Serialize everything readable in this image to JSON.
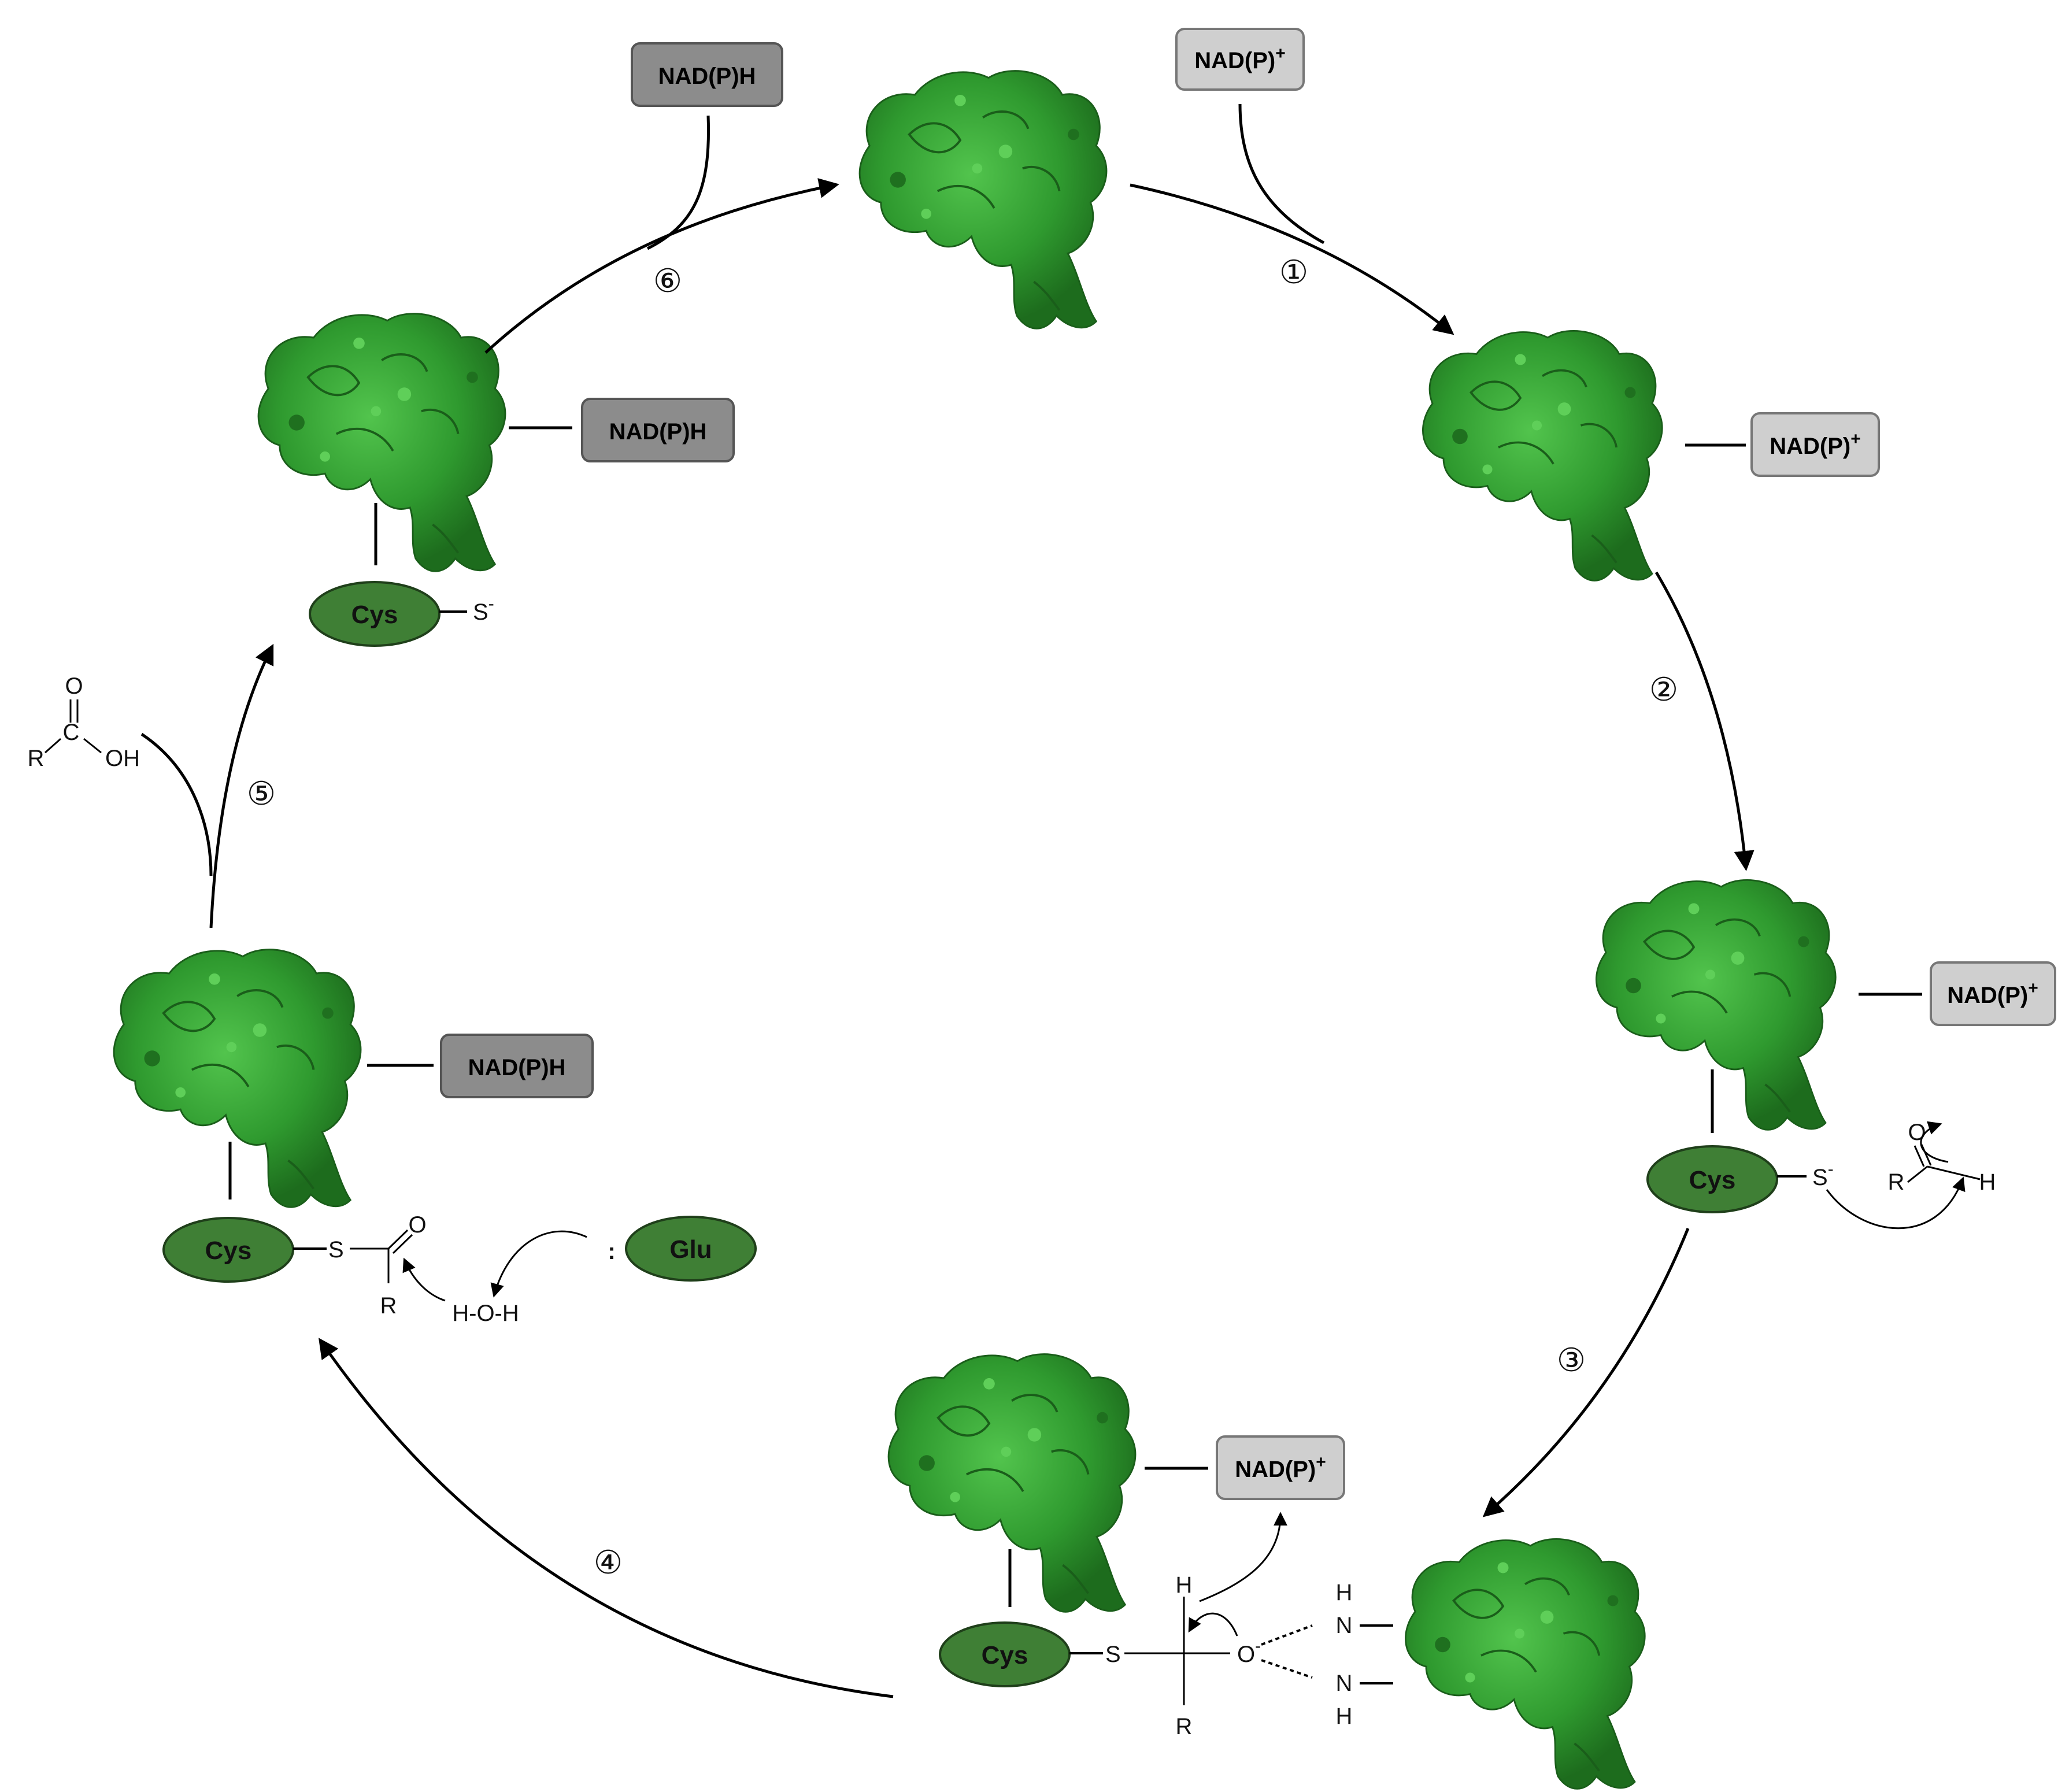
{
  "colors": {
    "protein": "#2e9a2e",
    "protein_dark": "#1c6a1c",
    "protein_light": "#4fc24a",
    "residue": "#3f7f35",
    "box_dark": "#8c8c8c",
    "box_light": "#cfcfcf"
  },
  "labels": {
    "nadph": "NAD(P)H",
    "nadp_base": "NAD(P)",
    "plus": "+",
    "cys": "Cys",
    "glu": "Glu",
    "thiolate": "S",
    "minus": "-",
    "colon": ":",
    "s": "S",
    "o": "O",
    "h": "H",
    "r": "R",
    "n": "N",
    "oh": "OH",
    "water": "H-O-H",
    "o_minus": "O"
  },
  "steps": [
    "①",
    "②",
    "③",
    "④",
    "⑤",
    "⑥"
  ]
}
